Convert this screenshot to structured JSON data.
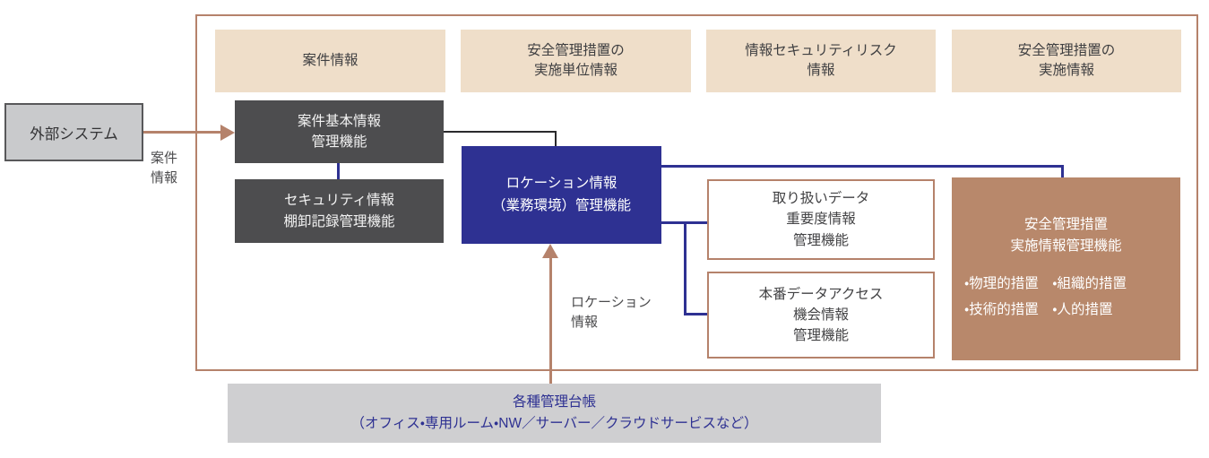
{
  "headers": [
    {
      "id": "project-info",
      "label": "案件情報"
    },
    {
      "id": "implementation-unit",
      "label": "安全管理措置の\n実施単位情報"
    },
    {
      "id": "security-risk",
      "label": "情報セキュリティリスク\n情報"
    },
    {
      "id": "implementation-info",
      "label": "安全管理措置の\n実施情報"
    }
  ],
  "nodes": {
    "external_system": {
      "label": "外部システム"
    },
    "project_basic_info": {
      "label": "案件基本情報\n管理機能"
    },
    "security_inventory": {
      "label": "セキュリティ情報\n棚卸記録管理機能"
    },
    "location_info": {
      "label": "ロケーション情報\n（業務環境）管理機能"
    },
    "handling_data": {
      "label": "取り扱いデータ\n重要度情報\n管理機能"
    },
    "production_access": {
      "label": "本番データアクセス\n機会情報\n管理機能"
    },
    "safety_measures": {
      "title": "安全管理措置\n実施情報管理機能",
      "bullets": "・物理的措置　・組織的措置\n・技術的措置　・人的措置"
    },
    "ledger": {
      "label": "各種管理台帳\n（オフィス・専用ルーム・NW／サーバー／クラウドサービスなど）"
    }
  },
  "edge_labels": {
    "left_arrow": "案件\n情報",
    "bottom_arrow": "ロケーション\n情報"
  },
  "colors": {
    "frame_brown": "#b5826b",
    "header_tan": "#efdec9",
    "dark_gray": "#4d4d4f",
    "navy": "#2e3192",
    "measure_brown": "#b8886b",
    "ledger_gray": "#cfcfd1",
    "external_gray": "#c9cacc",
    "connector_black": "#2a2a2c"
  }
}
